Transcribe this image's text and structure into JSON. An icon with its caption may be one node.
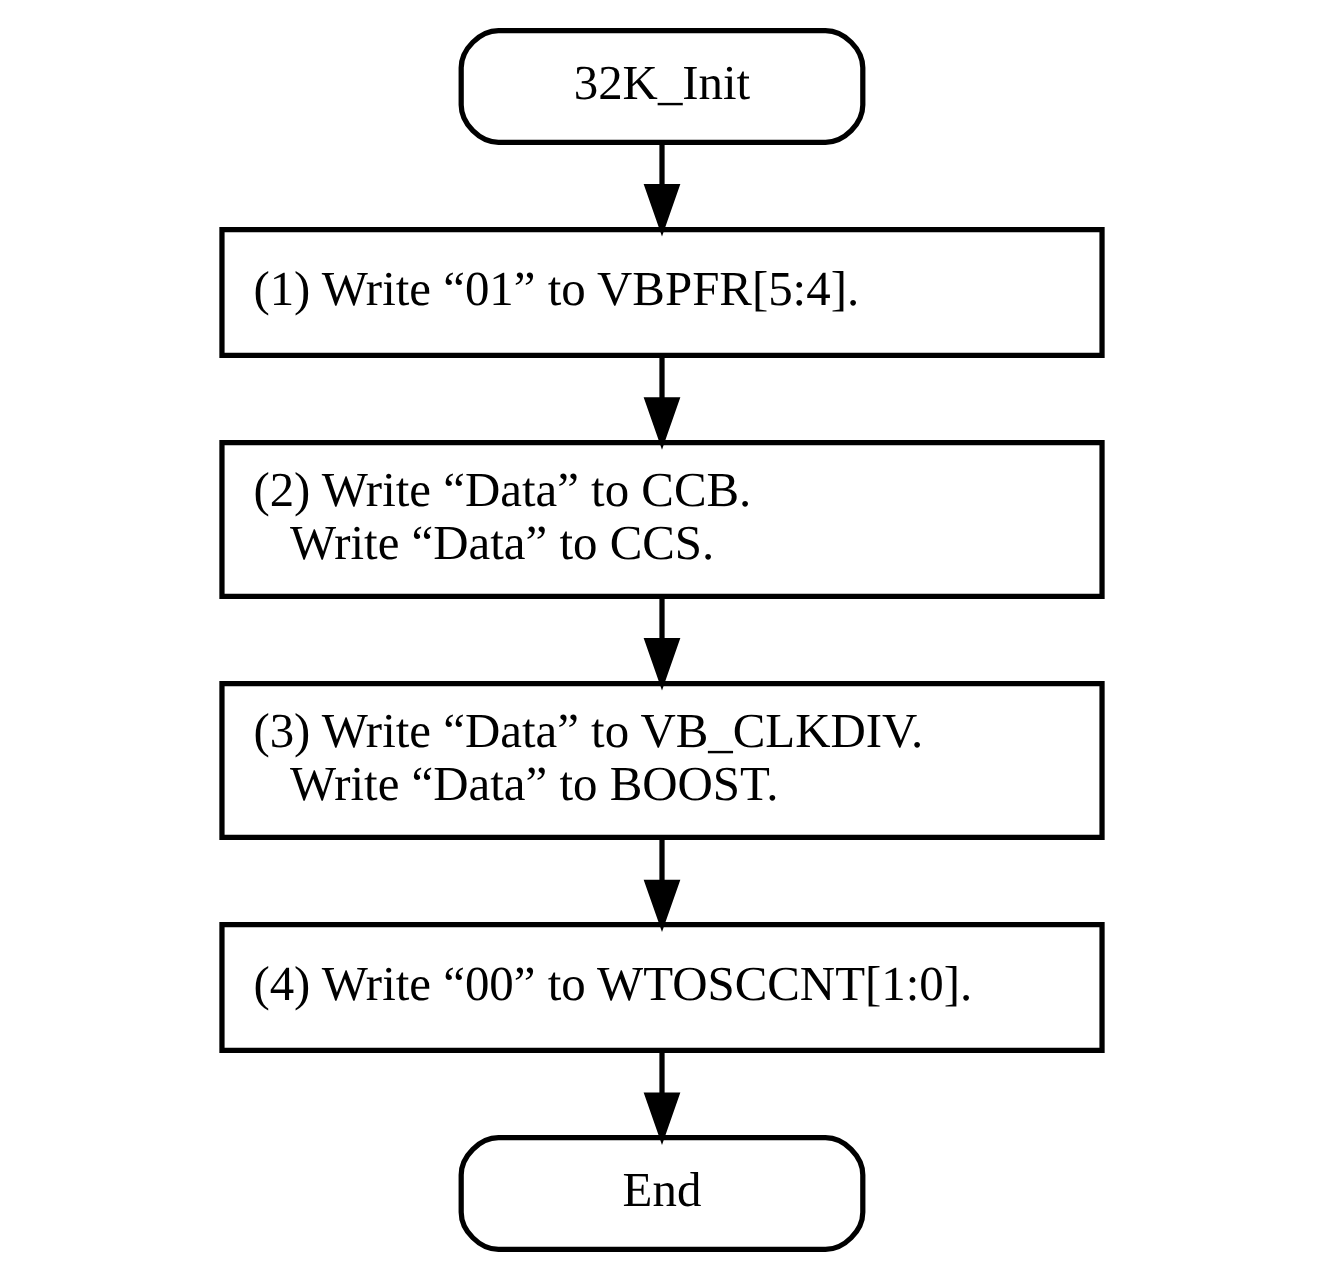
{
  "diagram": {
    "nodes": [
      {
        "text": [
          "32K_Init"
        ]
      },
      {
        "text": [
          "(1) Write “01” to VBPFR[5:4]."
        ]
      },
      {
        "text": [
          "(2) Write “Data” to CCB. Write “Data” to CCS."
        ]
      },
      {
        "text": [
          "(3) Write “Data” to VB_CLKDIV. Write “Data” to BOOST."
        ]
      },
      {
        "text": [
          "(4) Write “00” to WTOSCCNT[1:0]."
        ]
      },
      {
        "text": [
          "End"
        ]
      }
    ],
    "edges": [
      {
        "from": 0,
        "to": 1,
        "arrow": "to"
      },
      {
        "from": 1,
        "to": 2,
        "arrow": "to"
      },
      {
        "from": 2,
        "to": 3,
        "arrow": "to"
      },
      {
        "from": 3,
        "to": 4,
        "arrow": "to"
      },
      {
        "from": 4,
        "to": 5,
        "arrow": "to"
      }
    ]
  }
}
